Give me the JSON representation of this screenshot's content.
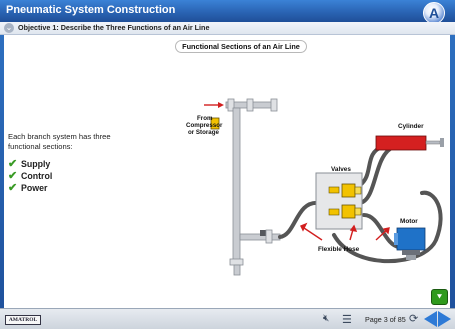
{
  "header": {
    "title": "Pneumatic System Construction",
    "logo_letter": "A"
  },
  "objective_bar": {
    "text": "Objective 1: Describe the Three Functions of an Air Line"
  },
  "content": {
    "section_title": "Functional Sections of an Air Line",
    "intro_text": "Each branch system has three functional sections:",
    "checklist": [
      "Supply",
      "Control",
      "Power"
    ]
  },
  "diagram": {
    "from_label_lines": [
      "From",
      "Compressor",
      "or Storage"
    ],
    "cylinder_label": "Cylinder",
    "valves_label": "Valves",
    "motor_label": "Motor",
    "hose_label": "Flexible Hose",
    "colors": {
      "pipe": "#c9ccd1",
      "cylinder": "#d42020",
      "valve": "#f2c200",
      "motor": "#1f72c8",
      "hose": "#555555",
      "arrow": "#d21f1f"
    }
  },
  "footer": {
    "brand": "AMATROL",
    "page_info": "Page 3 of 85",
    "mute_icon": "mute-icon",
    "menu_icon": "menu-icon"
  }
}
